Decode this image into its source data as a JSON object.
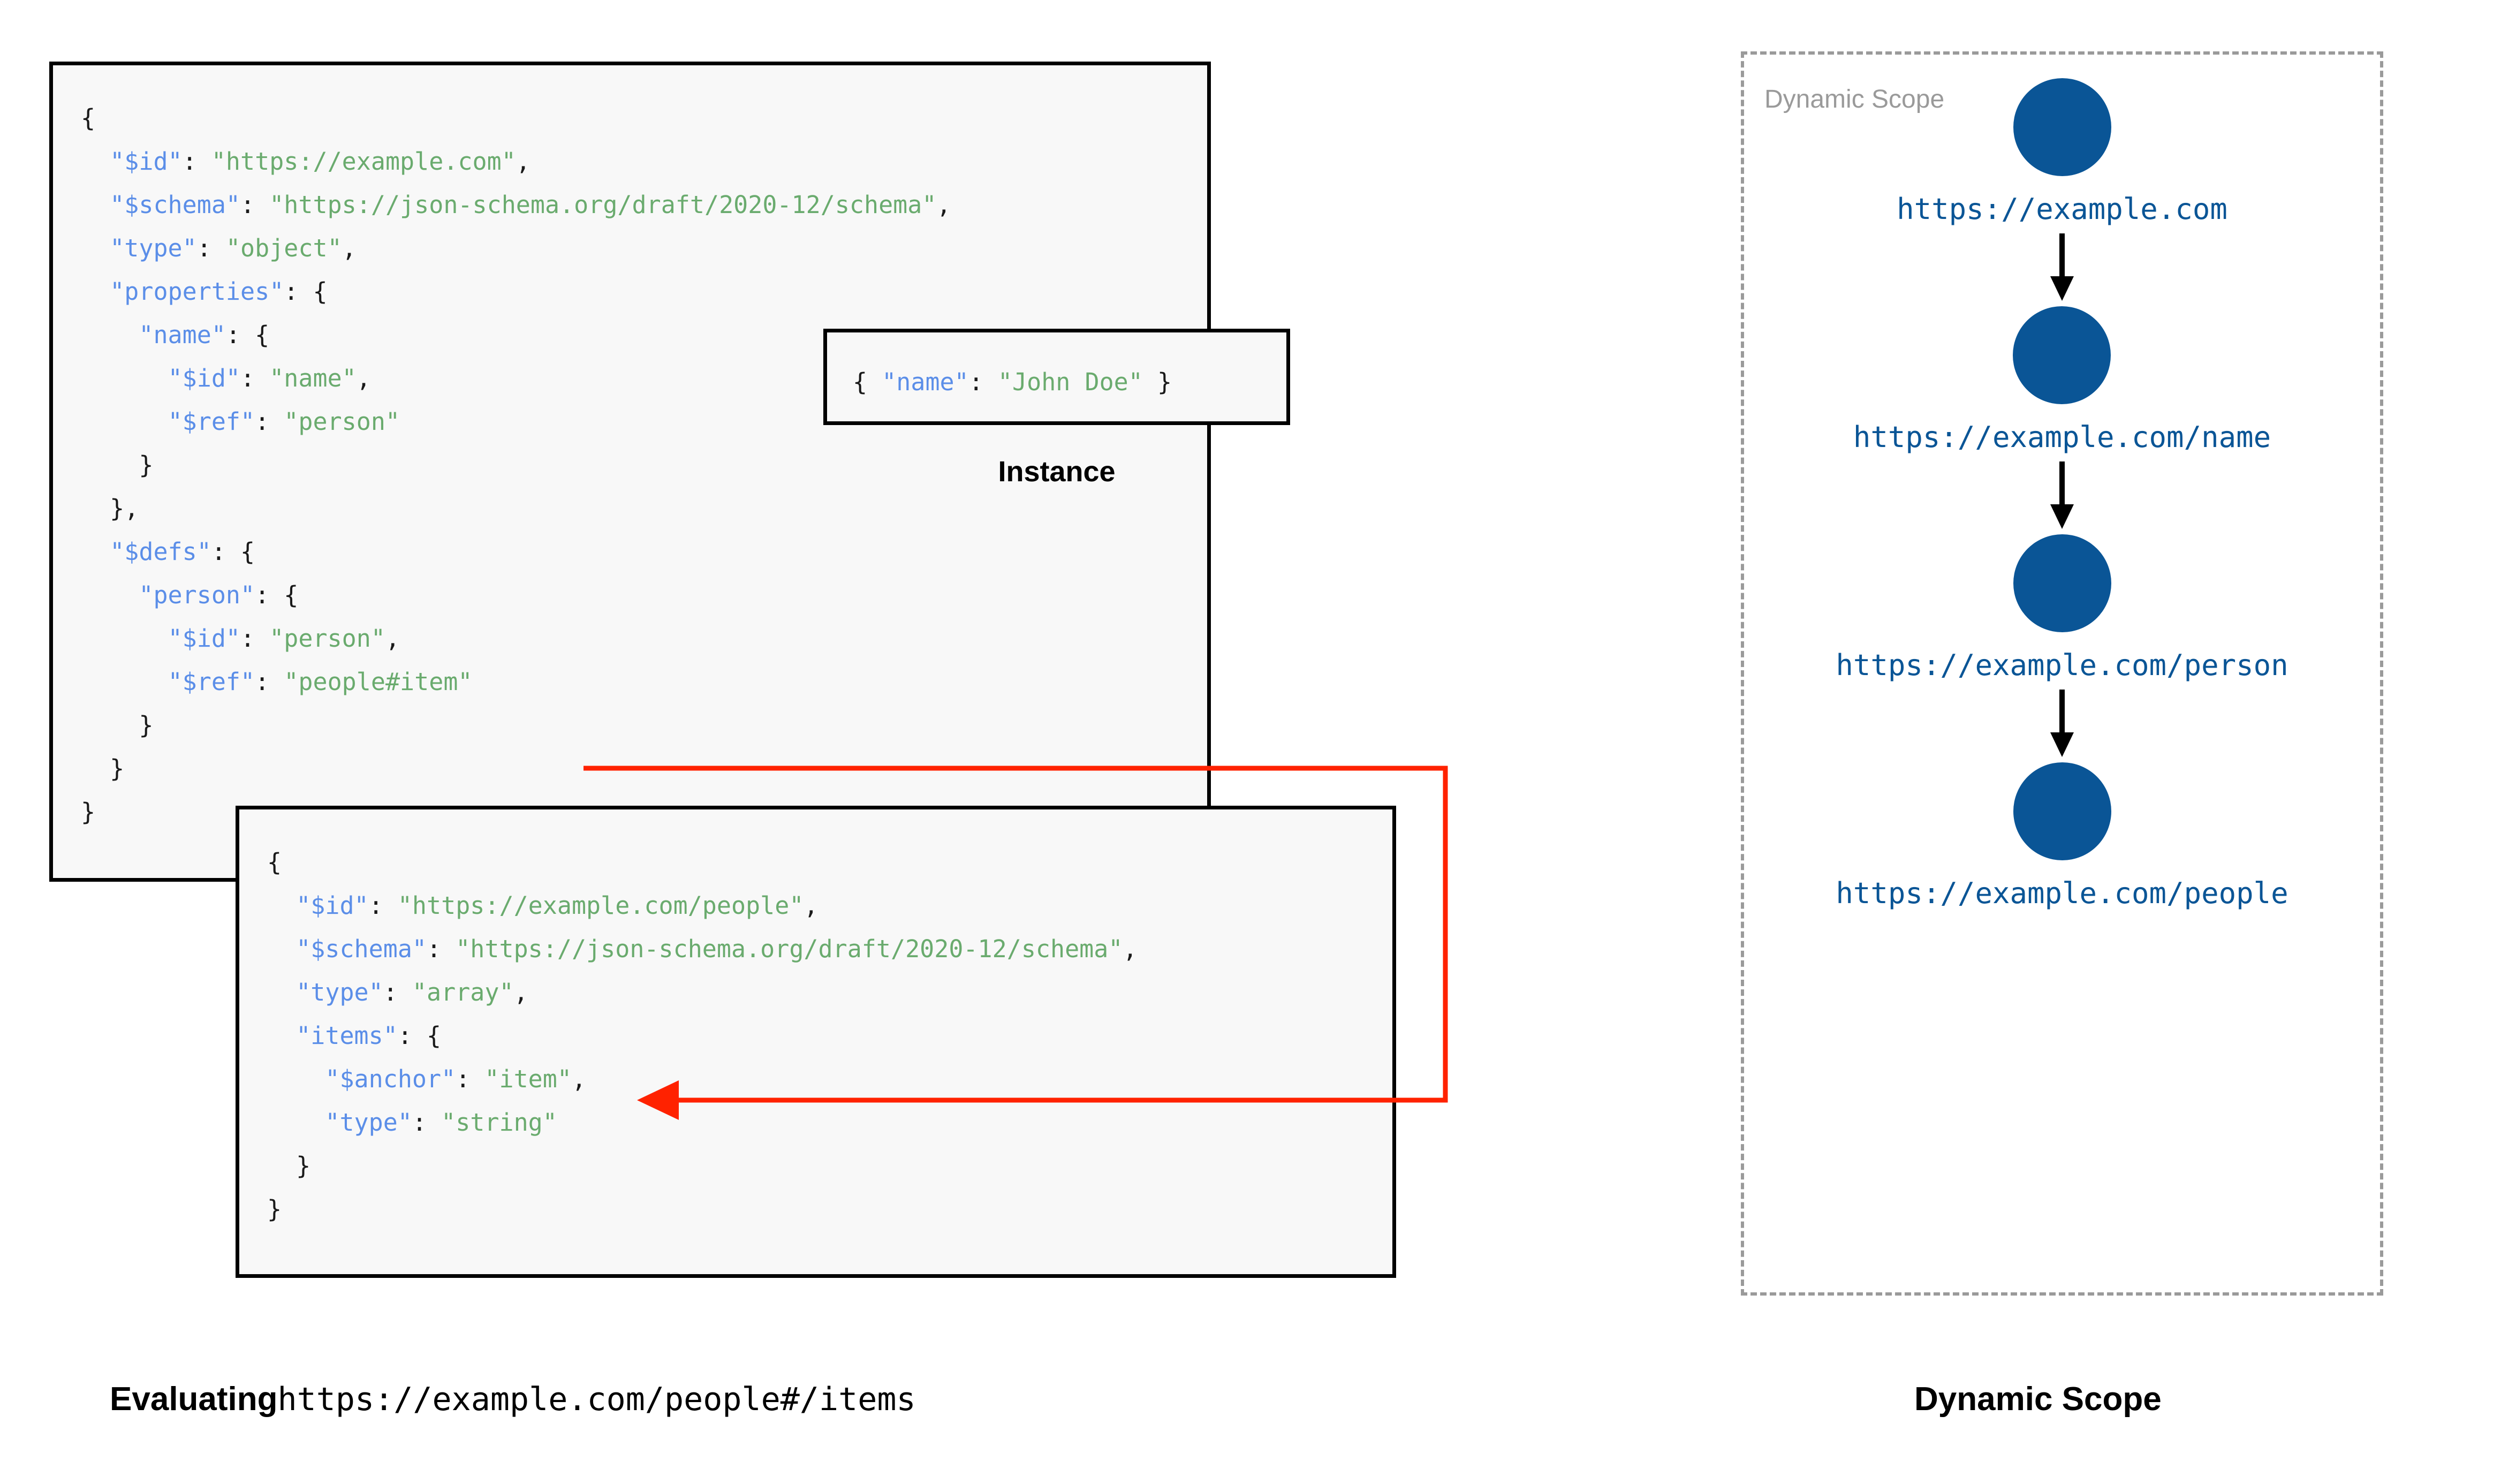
{
  "schema_main": {
    "lines": [
      [
        {
          "t": "{",
          "c": "p"
        }
      ],
      [
        {
          "t": "  ",
          "c": "p"
        },
        {
          "t": "\"$id\"",
          "c": "k"
        },
        {
          "t": ": ",
          "c": "p"
        },
        {
          "t": "\"https://example.com\"",
          "c": "s"
        },
        {
          "t": ",",
          "c": "p"
        }
      ],
      [
        {
          "t": "  ",
          "c": "p"
        },
        {
          "t": "\"$schema\"",
          "c": "k"
        },
        {
          "t": ": ",
          "c": "p"
        },
        {
          "t": "\"https://json-schema.org/draft/2020-12/schema\"",
          "c": "s"
        },
        {
          "t": ",",
          "c": "p"
        }
      ],
      [
        {
          "t": "  ",
          "c": "p"
        },
        {
          "t": "\"type\"",
          "c": "k"
        },
        {
          "t": ": ",
          "c": "p"
        },
        {
          "t": "\"object\"",
          "c": "s"
        },
        {
          "t": ",",
          "c": "p"
        }
      ],
      [
        {
          "t": "  ",
          "c": "p"
        },
        {
          "t": "\"properties\"",
          "c": "k"
        },
        {
          "t": ": {",
          "c": "p"
        }
      ],
      [
        {
          "t": "    ",
          "c": "p"
        },
        {
          "t": "\"name\"",
          "c": "k"
        },
        {
          "t": ": {",
          "c": "p"
        }
      ],
      [
        {
          "t": "      ",
          "c": "p"
        },
        {
          "t": "\"$id\"",
          "c": "k"
        },
        {
          "t": ": ",
          "c": "p"
        },
        {
          "t": "\"name\"",
          "c": "s"
        },
        {
          "t": ",",
          "c": "p"
        }
      ],
      [
        {
          "t": "      ",
          "c": "p"
        },
        {
          "t": "\"$ref\"",
          "c": "k"
        },
        {
          "t": ": ",
          "c": "p"
        },
        {
          "t": "\"person\"",
          "c": "s"
        }
      ],
      [
        {
          "t": "    }",
          "c": "p"
        }
      ],
      [
        {
          "t": "  },",
          "c": "p"
        }
      ],
      [
        {
          "t": "  ",
          "c": "p"
        },
        {
          "t": "\"$defs\"",
          "c": "k"
        },
        {
          "t": ": {",
          "c": "p"
        }
      ],
      [
        {
          "t": "    ",
          "c": "p"
        },
        {
          "t": "\"person\"",
          "c": "k"
        },
        {
          "t": ": {",
          "c": "p"
        }
      ],
      [
        {
          "t": "      ",
          "c": "p"
        },
        {
          "t": "\"$id\"",
          "c": "k"
        },
        {
          "t": ": ",
          "c": "p"
        },
        {
          "t": "\"person\"",
          "c": "s"
        },
        {
          "t": ",",
          "c": "p"
        }
      ],
      [
        {
          "t": "      ",
          "c": "p"
        },
        {
          "t": "\"$ref\"",
          "c": "k"
        },
        {
          "t": ": ",
          "c": "p"
        },
        {
          "t": "\"people#item\"",
          "c": "s"
        }
      ],
      [
        {
          "t": "    }",
          "c": "p"
        }
      ],
      [
        {
          "t": "  }",
          "c": "p"
        }
      ],
      [
        {
          "t": "}",
          "c": "p"
        }
      ]
    ]
  },
  "instance": {
    "label": "Instance",
    "lines": [
      [
        {
          "t": "{ ",
          "c": "p"
        },
        {
          "t": "\"name\"",
          "c": "k"
        },
        {
          "t": ": ",
          "c": "p"
        },
        {
          "t": "\"John Doe\"",
          "c": "s"
        },
        {
          "t": " }",
          "c": "p"
        }
      ]
    ]
  },
  "schema_people": {
    "lines": [
      [
        {
          "t": "{",
          "c": "p"
        }
      ],
      [
        {
          "t": "  ",
          "c": "p"
        },
        {
          "t": "\"$id\"",
          "c": "k"
        },
        {
          "t": ": ",
          "c": "p"
        },
        {
          "t": "\"https://example.com/people\"",
          "c": "s"
        },
        {
          "t": ",",
          "c": "p"
        }
      ],
      [
        {
          "t": "  ",
          "c": "p"
        },
        {
          "t": "\"$schema\"",
          "c": "k"
        },
        {
          "t": ": ",
          "c": "p"
        },
        {
          "t": "\"https://json-schema.org/draft/2020-12/schema\"",
          "c": "s"
        },
        {
          "t": ",",
          "c": "p"
        }
      ],
      [
        {
          "t": "  ",
          "c": "p"
        },
        {
          "t": "\"type\"",
          "c": "k"
        },
        {
          "t": ": ",
          "c": "p"
        },
        {
          "t": "\"array\"",
          "c": "s"
        },
        {
          "t": ",",
          "c": "p"
        }
      ],
      [
        {
          "t": "  ",
          "c": "p"
        },
        {
          "t": "\"items\"",
          "c": "k"
        },
        {
          "t": ": {",
          "c": "p"
        }
      ],
      [
        {
          "t": "    ",
          "c": "p"
        },
        {
          "t": "\"$anchor\"",
          "c": "k"
        },
        {
          "t": ": ",
          "c": "p"
        },
        {
          "t": "\"item\"",
          "c": "s"
        },
        {
          "t": ",",
          "c": "p"
        }
      ],
      [
        {
          "t": "    ",
          "c": "p"
        },
        {
          "t": "\"type\"",
          "c": "k"
        },
        {
          "t": ": ",
          "c": "p"
        },
        {
          "t": "\"string\"",
          "c": "s"
        }
      ],
      [
        {
          "t": "  }",
          "c": "p"
        }
      ],
      [
        {
          "t": "}",
          "c": "p"
        }
      ]
    ]
  },
  "reference_link": {
    "from_text": "\"people#item\"",
    "to_text": "\"$anchor\": \"item\"",
    "color": "#ff2200"
  },
  "scope_panel": {
    "title": "Dynamic Scope",
    "border_color": "#9a9a9a",
    "node_color": "#0a5596",
    "nodes": [
      {
        "label": "https://example.com"
      },
      {
        "label": "https://example.com/name"
      },
      {
        "label": "https://example.com/person"
      },
      {
        "label": "https://example.com/people"
      }
    ]
  },
  "captions": {
    "left_strong": "Evaluating",
    "left_mono": "https://example.com/people#/items",
    "right": "Dynamic Scope"
  }
}
